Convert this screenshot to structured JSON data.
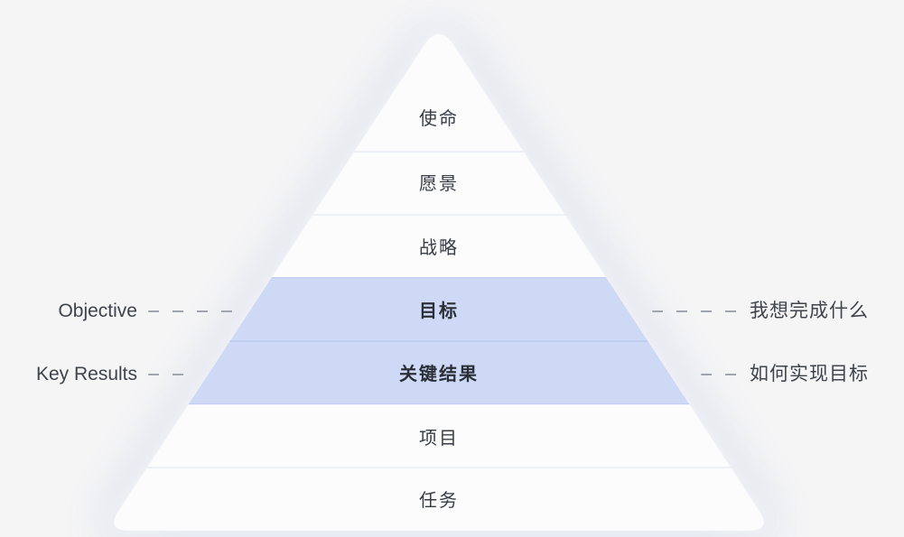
{
  "pyramid": {
    "layers": [
      {
        "label": "使命",
        "highlighted": false
      },
      {
        "label": "愿景",
        "highlighted": false
      },
      {
        "label": "战略",
        "highlighted": false
      },
      {
        "label": "目标",
        "highlighted": true
      },
      {
        "label": "关键结果",
        "highlighted": true
      },
      {
        "label": "项目",
        "highlighted": false
      },
      {
        "label": "任务",
        "highlighted": false
      }
    ],
    "colors": {
      "background": "#f5f5f6",
      "pyramid_fill": "#fcfcfd",
      "highlight_band": "#cdd9f5",
      "highlight_divider": "#b9c8ee",
      "light_divider": "#e2e8f4",
      "dash": "#9fa4ad",
      "text_regular": "#383c45",
      "text_bold": "#2b2f37"
    }
  },
  "annotations": {
    "objective": {
      "label": "Objective"
    },
    "key_results": {
      "label": "Key Results"
    },
    "objective_note": {
      "label": "我想完成什么"
    },
    "key_results_note": {
      "label": "如何实现目标"
    }
  }
}
